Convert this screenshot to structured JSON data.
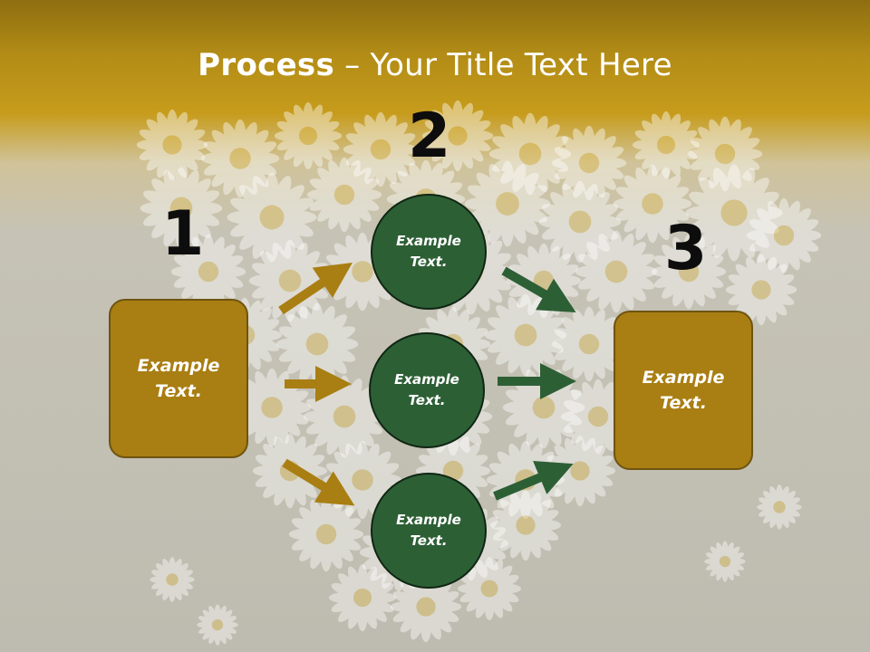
{
  "slide": {
    "title_bold": "Process",
    "title_rest": " – Your Title Text Here",
    "numbers": [
      "1",
      "2",
      "3"
    ],
    "left_box": "Example Text.",
    "right_box": "Example Text.",
    "circles": [
      "Example Text.",
      "Example Text.",
      "Example Text."
    ]
  },
  "colors": {
    "header_gold": "#c79c1c",
    "box_fill": "#a97e12",
    "circle_fill": "#2d5f35",
    "arrow_gold": "#a97e12",
    "arrow_green": "#2d5f35"
  }
}
